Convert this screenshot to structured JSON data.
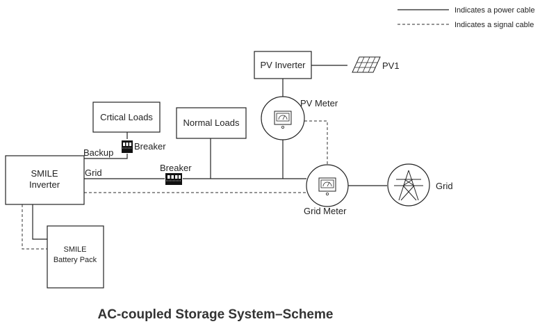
{
  "legend": {
    "power": "Indicates a power cable",
    "signal": "Indicates a signal cable"
  },
  "nodes": {
    "pv_inverter": "PV Inverter",
    "pv1": "PV1",
    "pv_meter": "PV Meter",
    "critical_loads": "Crtical Loads",
    "normal_loads": "Normal Loads",
    "breaker_backup": "Breaker",
    "backup": "Backup",
    "smile_inverter_line1": "SMILE",
    "smile_inverter_line2": "Inverter",
    "grid_port": "Grid",
    "breaker_grid": "Breaker",
    "grid_meter": "Grid Meter",
    "grid": "Grid",
    "battery_line1": "SMILE",
    "battery_line2": "Battery Pack"
  },
  "caption": "AC-coupled Storage System–Scheme",
  "icons": {
    "solar_panel": "solar-panel-icon",
    "meter": "meter-icon",
    "breaker": "breaker-icon",
    "tower": "transmission-tower-icon"
  }
}
